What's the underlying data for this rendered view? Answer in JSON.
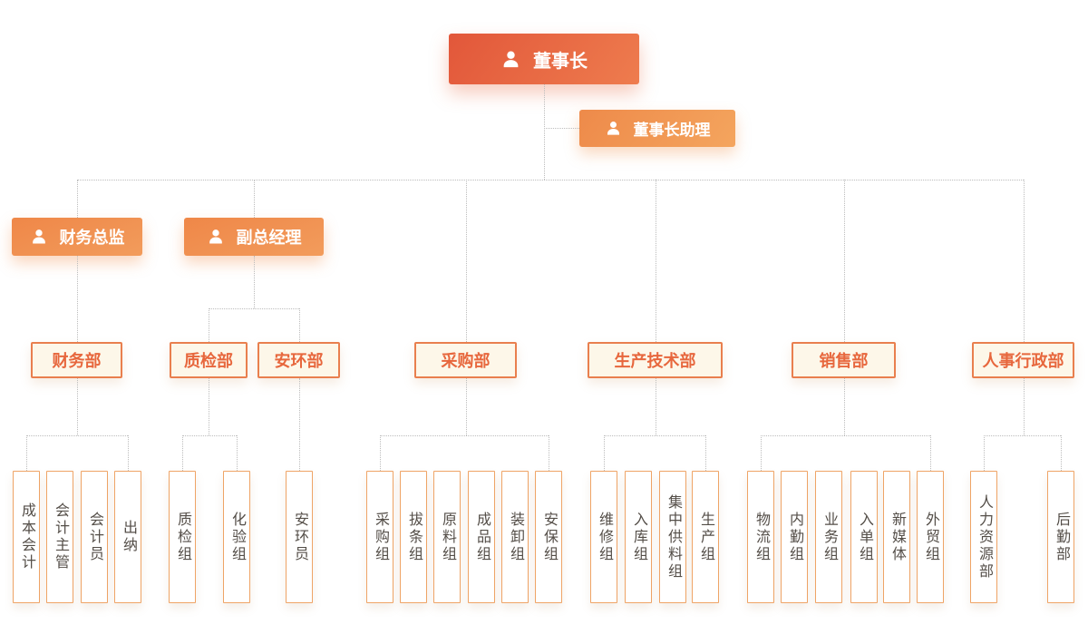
{
  "root": {
    "label": "董事长"
  },
  "assistant": {
    "label": "董事长助理"
  },
  "executives": [
    {
      "label": "财务总监"
    },
    {
      "label": "副总经理"
    }
  ],
  "departments": [
    {
      "label": "财务部",
      "children": [
        "成本会计",
        "会计主管",
        "会计员",
        "出纳"
      ]
    },
    {
      "label": "质检部",
      "children": [
        "质检组",
        "化验组"
      ]
    },
    {
      "label": "安环部",
      "children": [
        "安环员"
      ]
    },
    {
      "label": "采购部",
      "children": [
        "采购组",
        "拔条组",
        "原料组",
        "成品组",
        "装卸组",
        "安保组"
      ]
    },
    {
      "label": "生产技术部",
      "children": [
        "维修组",
        "入库组",
        "集中供料组",
        "生产组"
      ]
    },
    {
      "label": "销售部",
      "children": [
        "物流组",
        "内勤组",
        "业务组",
        "入单组",
        "新媒体",
        "外贸组"
      ]
    },
    {
      "label": "人事行政部",
      "children": [
        "人力资源部",
        "后勤部"
      ]
    }
  ],
  "icons": {
    "person": "person-icon"
  },
  "colors": {
    "root_gradient_start": "#e2573a",
    "root_gradient_end": "#ee7c4e",
    "assistant_gradient_start": "#ee8a4a",
    "assistant_gradient_end": "#f4a55e",
    "exec_gradient_start": "#ef8748",
    "exec_gradient_end": "#f29c5c",
    "dept_background": "#fdf7e9",
    "dept_border": "#e97f4e",
    "dept_text": "#e7673d",
    "child_border": "#efa466",
    "child_text": "#544e48",
    "connector": "#bcbcbc"
  }
}
